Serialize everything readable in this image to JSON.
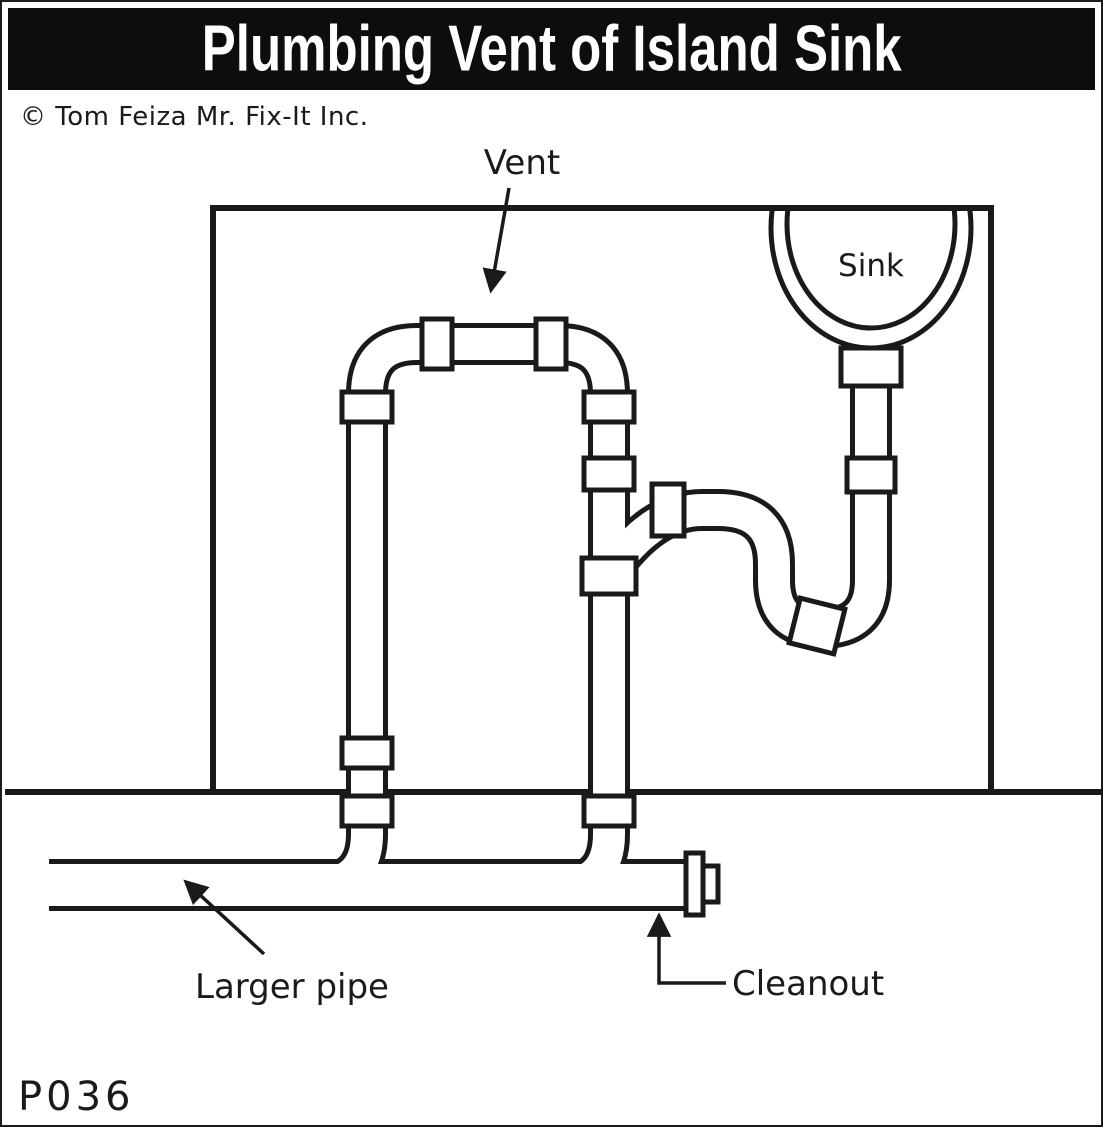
{
  "title": "Plumbing Vent of Island Sink",
  "copyright": "© Tom Feiza Mr. Fix-It Inc.",
  "figure_code": "P036",
  "diagram": {
    "labels": {
      "vent": "Vent",
      "sink": "Sink",
      "larger_pipe": "Larger pipe",
      "cleanout": "Cleanout"
    }
  },
  "colors": {
    "ink": "#1a1a1a",
    "paper": "#ffffff",
    "title_bg": "#0d0d0d",
    "title_fg": "#ffffff"
  }
}
